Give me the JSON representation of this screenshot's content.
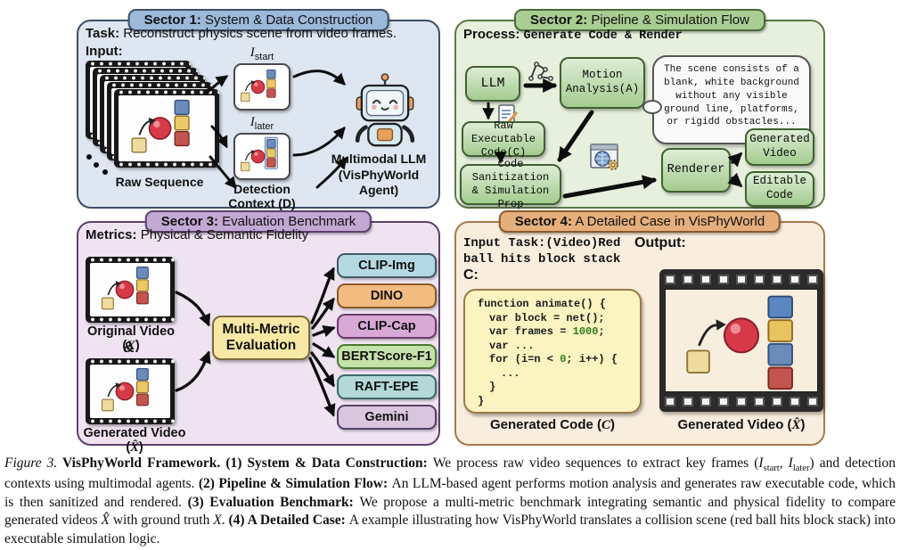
{
  "figure": {
    "sector1": {
      "title_prefix": "Sector 1:",
      "title_rest": " System & Data Construction",
      "task_label": "Task:",
      "task_text": " Reconstruct physics scene from video frames.",
      "input_label": "Input:",
      "raw_sequence_label": "Raw Sequence",
      "istart_var": "I",
      "istart_sub": "start",
      "ilater_var": "I",
      "ilater_sub": "later",
      "detection_label": "Detection\nContext (D)",
      "agent_label": "Multimodal LLM\n(VisPhyWorld Agent)"
    },
    "sector2": {
      "title_prefix": "Sector 2:",
      "title_rest": " Pipeline & Simulation Flow",
      "process_label": "Process:",
      "process_text": "Generate Code & Render",
      "llm_box": "LLM",
      "motion_box": "Motion\nAnalysis(A)",
      "speech_bubble": "The scene consists of a\nblank, white background\nwithout any visible\nground line, platforms,\nor rigidd obstacles...",
      "raw_code_box": "Raw Executable\nCode(C)",
      "sanitization_box": "Code Sanitization\n& Simulation Prop",
      "renderer_box": "Renderer",
      "generated_video_box": "Generated\nVideo",
      "editable_code_box": "Editable\nCode"
    },
    "sector3": {
      "title_prefix": "Sector 3:",
      "title_rest": " Evaluation Benchmark",
      "metrics_label": "Metrics:",
      "metrics_text": " Physical & Semantic Fidelity",
      "original_video_pre": "Original Video (",
      "original_video_var": "X",
      "original_video_post": ")",
      "ampersand": "&",
      "generated_video_pre": "Generated Video (",
      "generated_video_var": "X̂",
      "generated_video_post": ")",
      "evaluator_box": "Multi-Metric\nEvaluation",
      "metrics": [
        {
          "label": "CLIP-Img",
          "style": "background:#b5d9e2;border-color:#3f5a66"
        },
        {
          "label": "DINO",
          "style": "background:#f2bc80;border-color:#8a5a28"
        },
        {
          "label": "CLIP-Cap",
          "style": "background:#d9a9d6;border-color:#6e3a6a"
        },
        {
          "label": "BERTScore-F1",
          "style": "background:#c4e2a9;border-color:#4a7a30"
        },
        {
          "label": "RAFT-EPE",
          "style": "background:#b2d8d8;border-color:#3a6a6a"
        },
        {
          "label": "Gemini",
          "style": "background:#d9c6de;border-color:#55406a"
        }
      ]
    },
    "sector4": {
      "title_prefix": "Sector 4:",
      "title_rest": " A Detailed Case in VisPhyWorld",
      "input_task": "Input Task:(Video)Red\nball hits block stack",
      "c_label": "C:",
      "output_label": "Output:",
      "code": {
        "l1": "function animate() {",
        "l2": "var block = net();",
        "l3a": "var frames = ",
        "l3num": "1000",
        "l3b": ";",
        "l4": "var ...",
        "l5a": "for (i=n < ",
        "l5num": "0",
        "l5b": "; i++) {",
        "l6": "...",
        "l7": "}",
        "l8": "}"
      },
      "generated_code_pre": "Generated Code (",
      "generated_code_var": "C",
      "generated_code_post": ")",
      "generated_video_pre": "Generated Video (",
      "generated_video_var": "X̂",
      "generated_video_post": ")"
    },
    "colors": {
      "sector1_accent": "#9cb9da",
      "sector1_bg": "#dde6f1",
      "sector2_accent": "#a9cd92",
      "sector2_bg": "#e7f0dc",
      "sector3_accent": "#c3a8d3",
      "sector3_bg": "#efe3f2",
      "sector4_accent": "#e5ae7b",
      "sector4_bg": "#f9edde",
      "evaluator_bg": "#f7e8a6",
      "code_bg": "#fbf3c0",
      "code_number": "#2e7d1e"
    },
    "icons": {
      "robot-agent-icon": "friendly robot",
      "pose-graph-icon": "motion keypoint skeleton",
      "document-edit-icon": "document with pencil",
      "browser-render-icon": "browser window with globe and gear",
      "film-strip-icon": "film frame with sprocket holes",
      "speech-bubble-tail": "thought bubble tail"
    }
  },
  "caption": {
    "fig": "Figure 3.",
    "s2": " VisPhyWorld Framework. (1) System & Data Construction: ",
    "s3": "We process raw video sequences to extract key frames (",
    "s4": "I",
    "s5": "start",
    "s6": ", ",
    "s7": "I",
    "s8": "later",
    "s9": ") and detection contexts using multimodal agents. ",
    "s10": "(2) Pipeline & Simulation Flow: ",
    "s11": "An LLM-based agent performs motion analysis and generates raw executable code, which is then sanitized and rendered. ",
    "s12": "(3) Evaluation Benchmark: ",
    "s13": "We propose a multi-metric benchmark integrating semantic and physical fidelity to compare generated videos ",
    "s14": "X̂",
    "s15": " with ground truth ",
    "s16": "X",
    "s17": ". ",
    "s18": "(4) A Detailed Case: ",
    "s19": "A example illustrating how VisPhyWorld translates a collision scene (red ball hits block stack) into executable simulation logic."
  }
}
